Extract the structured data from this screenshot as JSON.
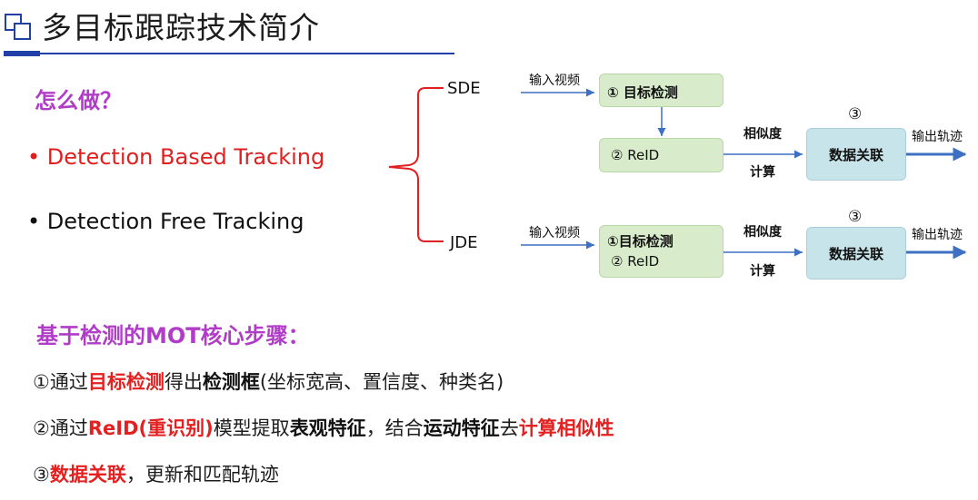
{
  "title": "多目标跟踪技术简介",
  "how": "怎么做？",
  "methods": [
    {
      "bullet": "•",
      "label": "Detection Based Tracking",
      "color": "#e02020"
    },
    {
      "bullet": "•",
      "label": "Detection Free Tracking",
      "color": "#111111"
    }
  ],
  "sde": {
    "label": "SDE",
    "input": "输入视频",
    "detect": "① 目标检测",
    "reid": "②   ReID",
    "sim_top": "相似度",
    "sim_bottom": "计算",
    "step3_num": "③",
    "assoc": "数据关联",
    "output": "输出轨迹"
  },
  "jde": {
    "label": "JDE",
    "input": "输入视频",
    "detect": "①目标检测",
    "reid": "②   ReID",
    "sim_top": "相似度",
    "sim_bottom": "计算",
    "step3_num": "③",
    "assoc": "数据关联",
    "output": "输出轨迹"
  },
  "steps_title": "基于检测的MOT核心步骤：",
  "steps": [
    {
      "n": "①通过",
      "r1": "目标检测",
      "t1": "得出",
      "b1": "检测框",
      "t2": "(坐标宽高、置信度、种类名)"
    },
    {
      "n": "②通过",
      "r1": "ReID(重识别)",
      "t1": "模型提取",
      "b1": "表观特征",
      "t2": "，结合",
      "b2": "运动特征",
      "t3": "去",
      "r2": "计算相似性"
    },
    {
      "n": "③",
      "r1": "数据关联",
      "t1": "，更新和匹配轨迹"
    }
  ],
  "colors": {
    "accent": "#b03cc8",
    "red": "#e52020",
    "blue": "#2040a8",
    "arrow": "#3d6fc2",
    "green_box": "#d8eccb",
    "blue_box": "#c7e4ea"
  },
  "icon": "slide-square-icon"
}
